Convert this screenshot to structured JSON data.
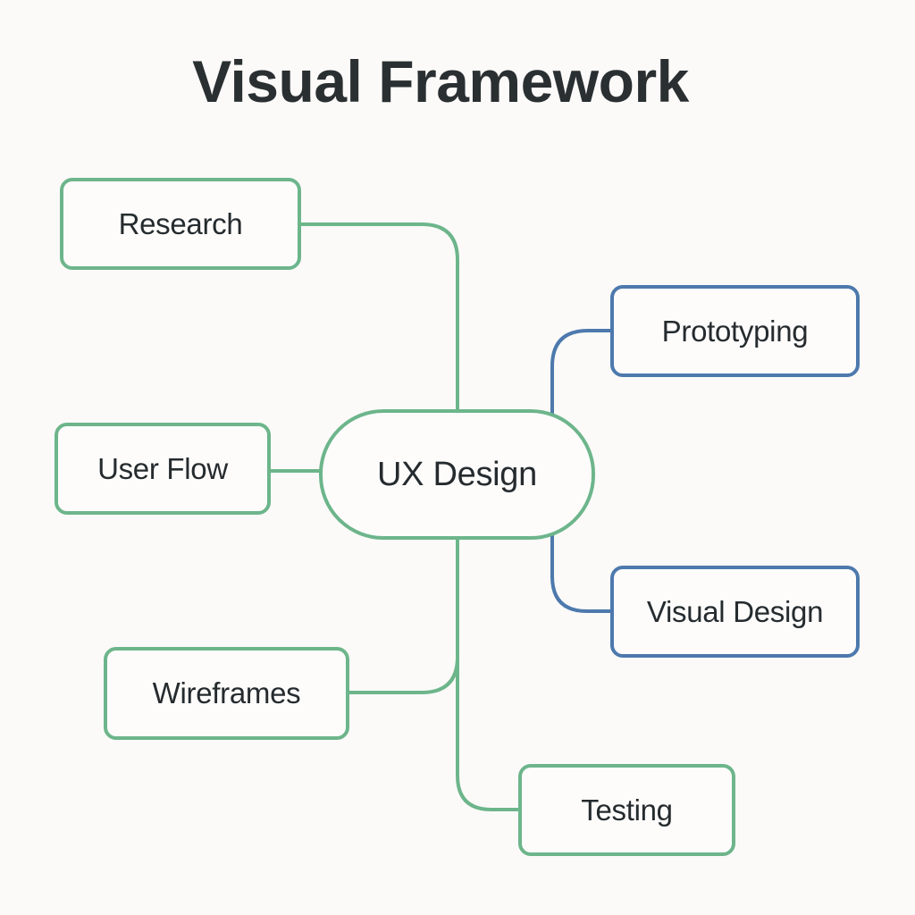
{
  "title": "Visual Framework",
  "colors": {
    "background": "#fbfaf8",
    "green_accent": "#6db58b",
    "blue_accent": "#4d79ad",
    "text": "#252b2e"
  },
  "center_node": {
    "label": "UX Design",
    "color": "green"
  },
  "nodes": [
    {
      "id": "research",
      "label": "Research",
      "color": "green",
      "side": "left"
    },
    {
      "id": "user-flow",
      "label": "User Flow",
      "color": "green",
      "side": "left"
    },
    {
      "id": "wireframes",
      "label": "Wireframes",
      "color": "green",
      "side": "left"
    },
    {
      "id": "testing",
      "label": "Testing",
      "color": "green",
      "side": "bottom"
    },
    {
      "id": "prototyping",
      "label": "Prototyping",
      "color": "blue",
      "side": "right"
    },
    {
      "id": "visual-design",
      "label": "Visual Design",
      "color": "blue",
      "side": "right"
    }
  ],
  "edges": [
    {
      "from": "UX Design",
      "to": "Research"
    },
    {
      "from": "UX Design",
      "to": "User Flow"
    },
    {
      "from": "UX Design",
      "to": "Wireframes"
    },
    {
      "from": "UX Design",
      "to": "Testing"
    },
    {
      "from": "UX Design",
      "to": "Prototyping"
    },
    {
      "from": "UX Design",
      "to": "Visual Design"
    }
  ]
}
